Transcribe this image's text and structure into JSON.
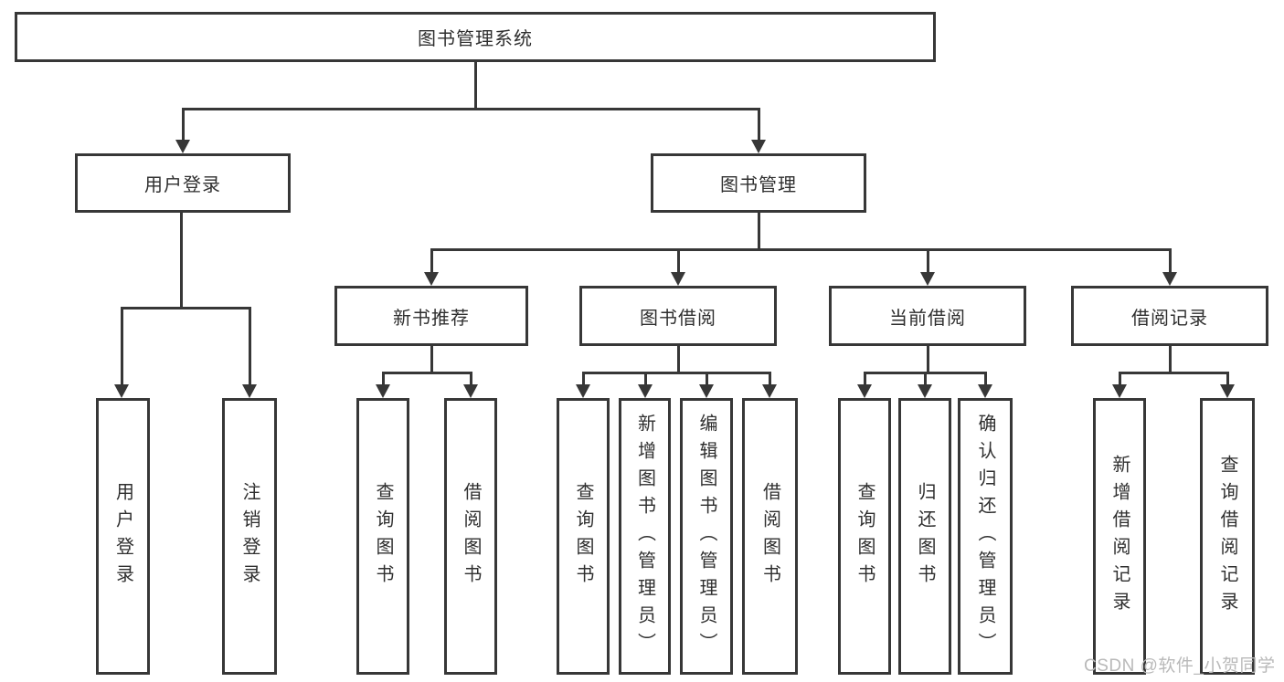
{
  "tree": {
    "root": "图书管理系统",
    "branches": [
      {
        "label": "用户登录",
        "children": [
          {
            "label": "用户登录"
          },
          {
            "label": "注销登录"
          }
        ]
      },
      {
        "label": "图书管理",
        "children": [
          {
            "label": "新书推荐",
            "children": [
              {
                "label": "查询图书"
              },
              {
                "label": "借阅图书"
              }
            ]
          },
          {
            "label": "图书借阅",
            "children": [
              {
                "label": "查询图书"
              },
              {
                "label": "新增图书（管理员）"
              },
              {
                "label": "编辑图书（管理员）"
              },
              {
                "label": "借阅图书"
              }
            ]
          },
          {
            "label": "当前借阅",
            "children": [
              {
                "label": "查询图书"
              },
              {
                "label": "归还图书"
              },
              {
                "label": "确认归还（管理员）"
              }
            ]
          },
          {
            "label": "借阅记录",
            "children": [
              {
                "label": "新增借阅记录"
              },
              {
                "label": "查询借阅记录"
              }
            ]
          }
        ]
      }
    ]
  },
  "watermark": "CSDN @软件_小贺同学",
  "colors": {
    "line": "#373737",
    "text": "#2f2f2f",
    "bg": "#ffffff",
    "boxbg": "#ffffff",
    "watermark": "#b9b9b9"
  }
}
